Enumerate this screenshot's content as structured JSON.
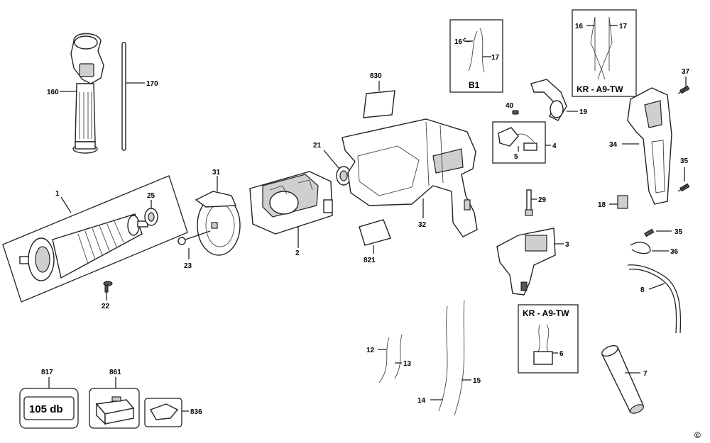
{
  "labels": {
    "p1": "1",
    "p2": "2",
    "p3": "3",
    "p4": "4",
    "p5": "5",
    "p6": "6",
    "p7": "7",
    "p8": "8",
    "p12": "12",
    "p13": "13",
    "p14": "14",
    "p15": "15",
    "p16": "16",
    "p17": "17",
    "p16b": "16",
    "p17b": "17",
    "p18": "18",
    "p19": "19",
    "p21": "21",
    "p22": "22",
    "p23": "23",
    "p25": "25",
    "p29": "29",
    "p31": "31",
    "p32": "32",
    "p34": "34",
    "p35": "35",
    "p35b": "35",
    "p36": "36",
    "p37": "37",
    "p40": "40",
    "p160": "160",
    "p170": "170",
    "p817": "817",
    "p821": "821",
    "p830": "830",
    "p836": "836",
    "p861": "861"
  },
  "boxes": {
    "b1": "B1",
    "kr_top": "KR - A9-TW",
    "kr_bottom": "KR - A9-TW",
    "noise": "105 db"
  },
  "copyright": "©"
}
